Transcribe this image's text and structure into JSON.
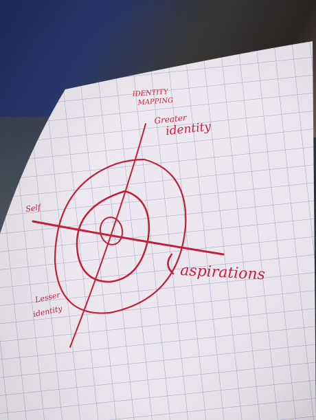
{
  "sketch": {
    "top_label": "IDENTITY\nMAPPING",
    "vertical_axis_label": "Greater\nidentity",
    "left_axis_label": "Self",
    "bottom_left_label": "Lesser\nidentity",
    "right_axis_label": "aspirations"
  },
  "colors": {
    "ink": "#c0203a",
    "paper": "#ece7ee",
    "grid": "#9aa3c2"
  }
}
